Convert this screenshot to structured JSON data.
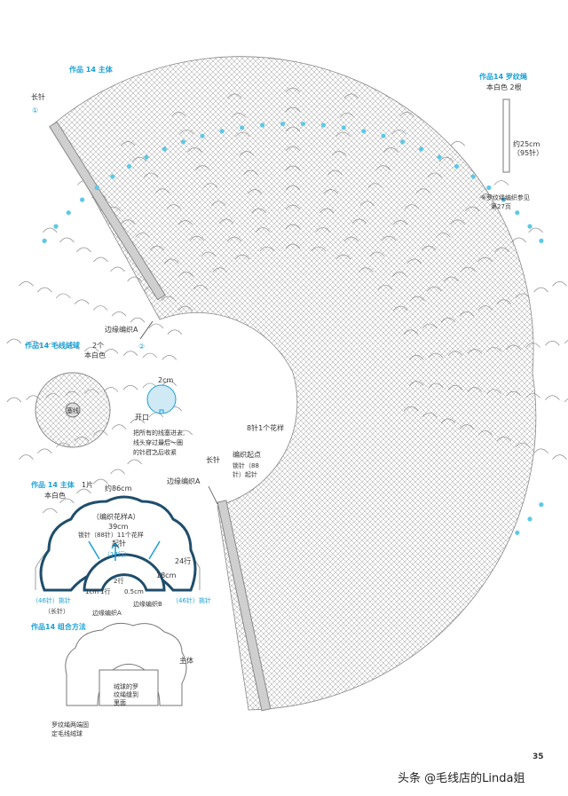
{
  "main": {
    "title": "作品 14 主体",
    "label_long_stitch": "长针",
    "marker_1": "①",
    "marker_2": "②",
    "label_edge_a": "边缘编织A",
    "repeat_note": "8针1个花样",
    "label_start": "编织起点",
    "label_chain_start": "锁针（88针）起针",
    "label_long_stitch2": "长针",
    "label_edge_a2": "边缘编织A"
  },
  "cord": {
    "title": "作品14 罗纹绳",
    "color_note": "本白色 2根",
    "length_note": "约25cm",
    "length_stitches": "（95针）",
    "ref_note": "※罗纹绳编织参见",
    "ref_page": "第27页"
  },
  "pompom": {
    "title": "作品14 毛线绒球",
    "count": "2个",
    "color_note": "本白色",
    "size": "2cm",
    "opening": "开口",
    "note_1": "把所有的线塞进去,",
    "note_2": "线头穿过最后一圈",
    "note_3": "的针目之后收紧",
    "center_label": "塞线"
  },
  "schematic": {
    "title": "作品 14 主体",
    "count": "1片",
    "color_note": "本白色",
    "width": "约86cm",
    "knit_a": "（编织花样A）",
    "dim_39": "39cm",
    "chain_note": "锁针（88针）11个花样",
    "cast_on": "起针",
    "rows_17": "（17行）",
    "dim_24": "24行",
    "dim_18": "18cm",
    "dim_1cm": "1cm",
    "dim_1row": "1行",
    "dim_2rows": "2行",
    "dim_05": "0.5cm",
    "side_46_left": "（46针）挑针",
    "side_46_right": "（46针）挑针",
    "long_stitch": "（长针）",
    "edge_a": "边缘编织A",
    "edge_b": "边缘编织B"
  },
  "assembly": {
    "title": "作品14 组合方法",
    "main_label": "主体",
    "center_text": "绒球的罗纹绳缝到里面",
    "left_text_1": "罗纹绳两端固",
    "left_text_2": "定毛线绒球"
  },
  "page_number": "35",
  "watermark": "头条 @毛线店的Linda姐",
  "colors": {
    "accent": "#1aa0d8",
    "bead": "#5ec8e8",
    "line": "#777777",
    "dark": "#1f4e6b"
  }
}
